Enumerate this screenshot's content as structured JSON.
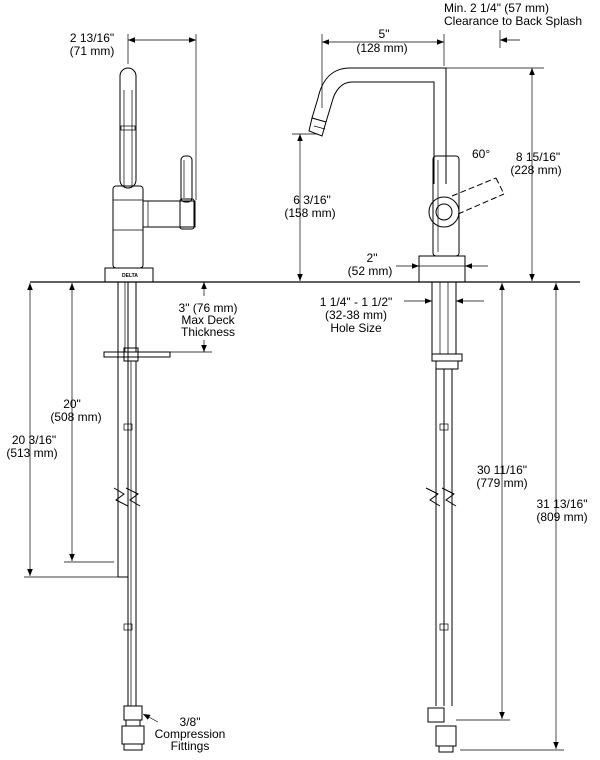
{
  "dimensions": {
    "spout_width": {
      "in": "2 13/16\"",
      "mm": "(71 mm)"
    },
    "reach": {
      "in": "5\"",
      "mm": "(128 mm)"
    },
    "clearance": {
      "line1": "Min. 2 1/4\" (57 mm)",
      "line2": "Clearance to Back Splash"
    },
    "overall_height": {
      "in": "8 15/16\"",
      "mm": "(228 mm)"
    },
    "spout_height": {
      "in": "6 3/16\"",
      "mm": "(158 mm)"
    },
    "handle_angle": "60°",
    "base_diameter": {
      "in": "2\"",
      "mm": "(52 mm)"
    },
    "deck_thickness": {
      "line1": "3\" (76 mm)",
      "line2": "Max Deck",
      "line3": "Thickness"
    },
    "hole_size": {
      "line1": "1 1/4\" - 1 1/2\"",
      "line2": "(32-38 mm)",
      "line3": "Hole Size"
    },
    "shank_20": {
      "in": "20\"",
      "mm": "(508 mm)"
    },
    "shank_20_3_16": {
      "in": "20 3/16\"",
      "mm": "(513 mm)"
    },
    "supply_30": {
      "in": "30 11/16\"",
      "mm": "(779 mm)"
    },
    "supply_31": {
      "in": "31 13/16\"",
      "mm": "(809 mm)"
    },
    "fittings": {
      "line1": "3/8\"",
      "line2": "Compression",
      "line3": "Fittings"
    }
  },
  "brand_mark": "DELTA"
}
